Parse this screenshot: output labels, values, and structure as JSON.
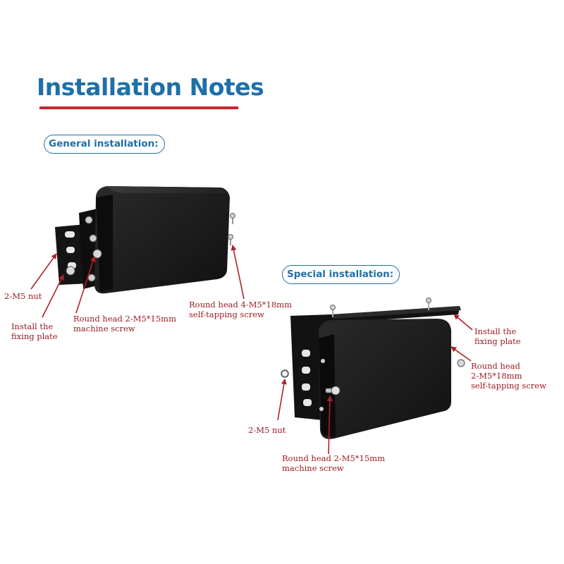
{
  "header": {
    "title": "Installation Notes"
  },
  "sections": {
    "general": {
      "label": "General installation:"
    },
    "special": {
      "label": "Special installation:"
    }
  },
  "general_callouts": {
    "nut": "2-M5 nut",
    "plate_line1": "Install the",
    "plate_line2": "fixing plate",
    "machine_screw_line1": "Round head 2-M5*15mm",
    "machine_screw_line2": "machine screw",
    "tapping_screw_line1": "Round head 4-M5*18mm",
    "tapping_screw_line2": "self-tapping screw"
  },
  "special_callouts": {
    "plate_line1": "Install the",
    "plate_line2": "fixing plate",
    "tapping_screw_line1": "Round head",
    "tapping_screw_line2": "2-M5*18mm",
    "tapping_screw_line3": "self-tapping screw",
    "nut": "2-M5 nut",
    "machine_screw_line1": "Round head 2-M5*15mm",
    "machine_screw_line2": "machine screw"
  },
  "colors": {
    "title_blue": "#1f6fa8",
    "rule_red": "#c8262e",
    "callout_red": "#9b1b22",
    "device_black": "#1c1c1c"
  }
}
